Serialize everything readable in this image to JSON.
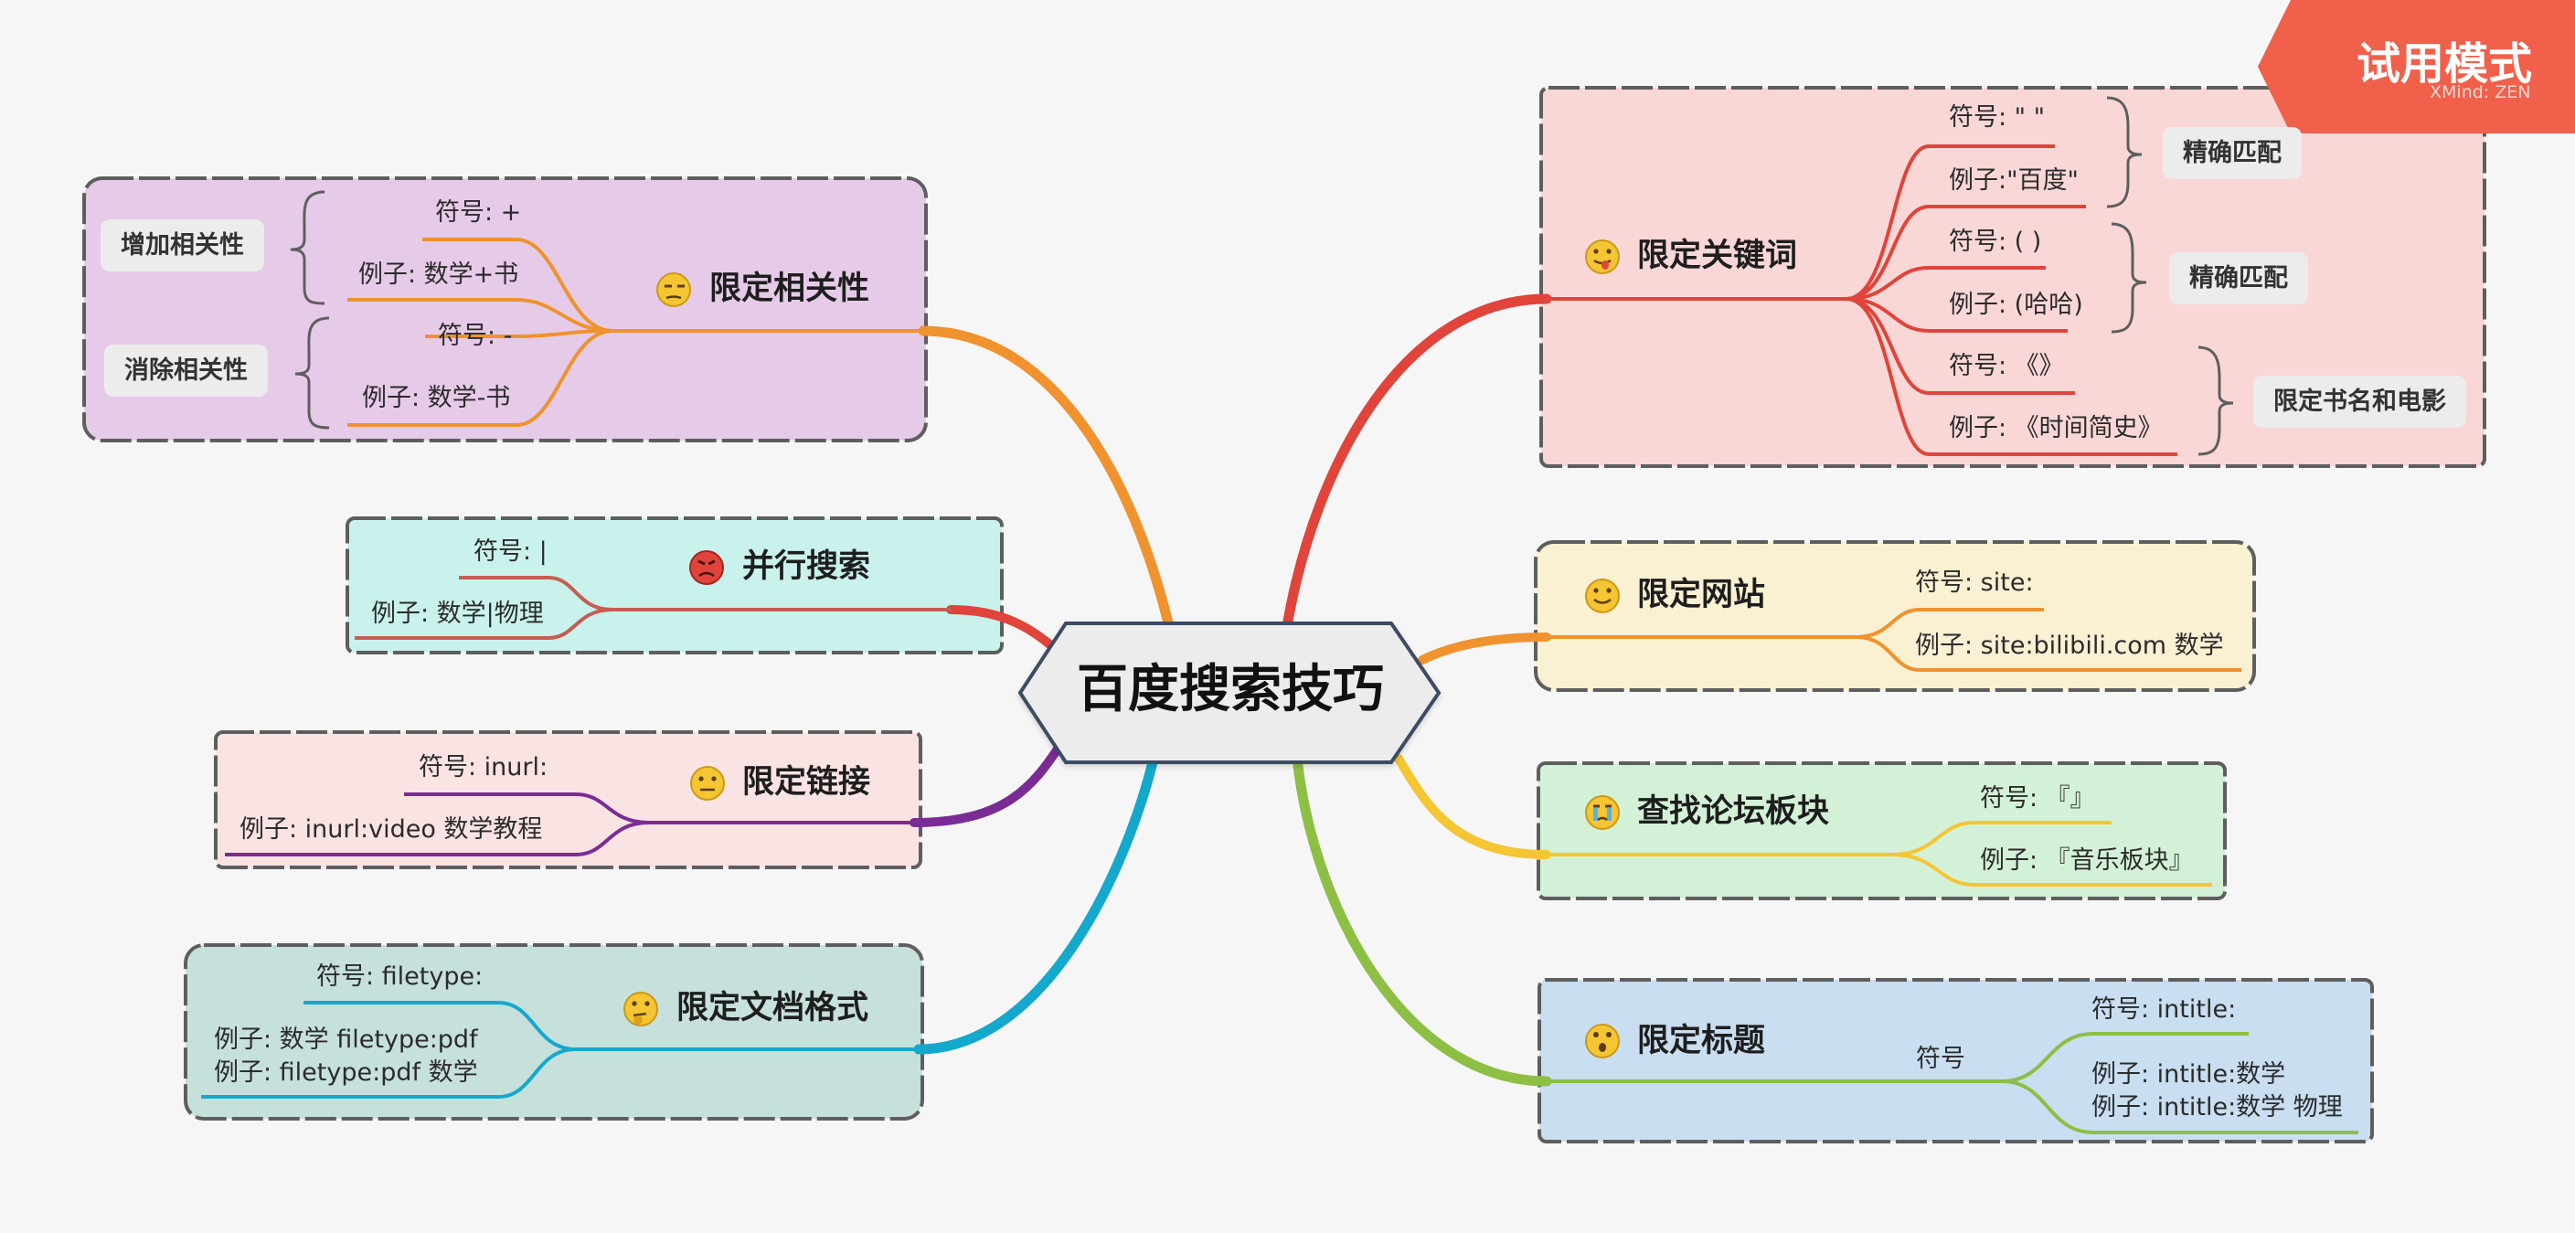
{
  "watermark": {
    "title": "试用模式",
    "subtitle": "XMind: ZEN"
  },
  "root": {
    "label": "百度搜索技巧"
  },
  "topics": {
    "relevance": {
      "label": "限定相关性",
      "emoji_icon": "unamused-face-icon",
      "color": "#f0922e",
      "items": [
        "符号: +",
        "例子: 数学+书",
        "符号: -",
        "例子: 数学-书"
      ],
      "tags": [
        "增加相关性",
        "消除相关性"
      ]
    },
    "parallel": {
      "label": "并行搜索",
      "emoji_icon": "angry-face-icon",
      "color": "#e0443a",
      "items": [
        "符号: |",
        "例子: 数学|物理"
      ]
    },
    "link": {
      "label": "限定链接",
      "emoji_icon": "neutral-face-icon",
      "color": "#7a2c94",
      "items": [
        "符号: inurl:",
        "例子: inurl:video 数学教程"
      ]
    },
    "filetype": {
      "label": "限定文档格式",
      "emoji_icon": "thinking-face-icon",
      "color": "#14a9cc",
      "items": [
        "符号: filetype:",
        "例子: 数学 filetype:pdf",
        "例子: filetype:pdf 数学"
      ]
    },
    "keyword": {
      "label": "限定关键词",
      "emoji_icon": "tongue-face-icon",
      "color": "#e0443a",
      "items": [
        "符号: \" \"",
        "例子:\"百度\"",
        "符号: ( )",
        "例子: (哈哈)",
        "符号: 《》",
        "例子: 《时间简史》"
      ],
      "tags": [
        "精确匹配",
        "精确匹配",
        "限定书名和电影"
      ]
    },
    "site": {
      "label": "限定网站",
      "emoji_icon": "smiling-face-icon",
      "color": "#f0922e",
      "items": [
        "符号: site:",
        "例子: site:bilibili.com 数学"
      ]
    },
    "forum": {
      "label": "查找论坛板块",
      "emoji_icon": "crying-face-icon",
      "color": "#f5c533",
      "items": [
        "符号: 『』",
        "例子: 『音乐板块』"
      ]
    },
    "title": {
      "label": "限定标题",
      "emoji_icon": "surprised-face-icon",
      "color": "#8dbf45",
      "mid": "符号",
      "items": [
        "符号: intitle:",
        "例子: intitle:数学",
        "例子: intitle:数学 物理"
      ]
    }
  }
}
